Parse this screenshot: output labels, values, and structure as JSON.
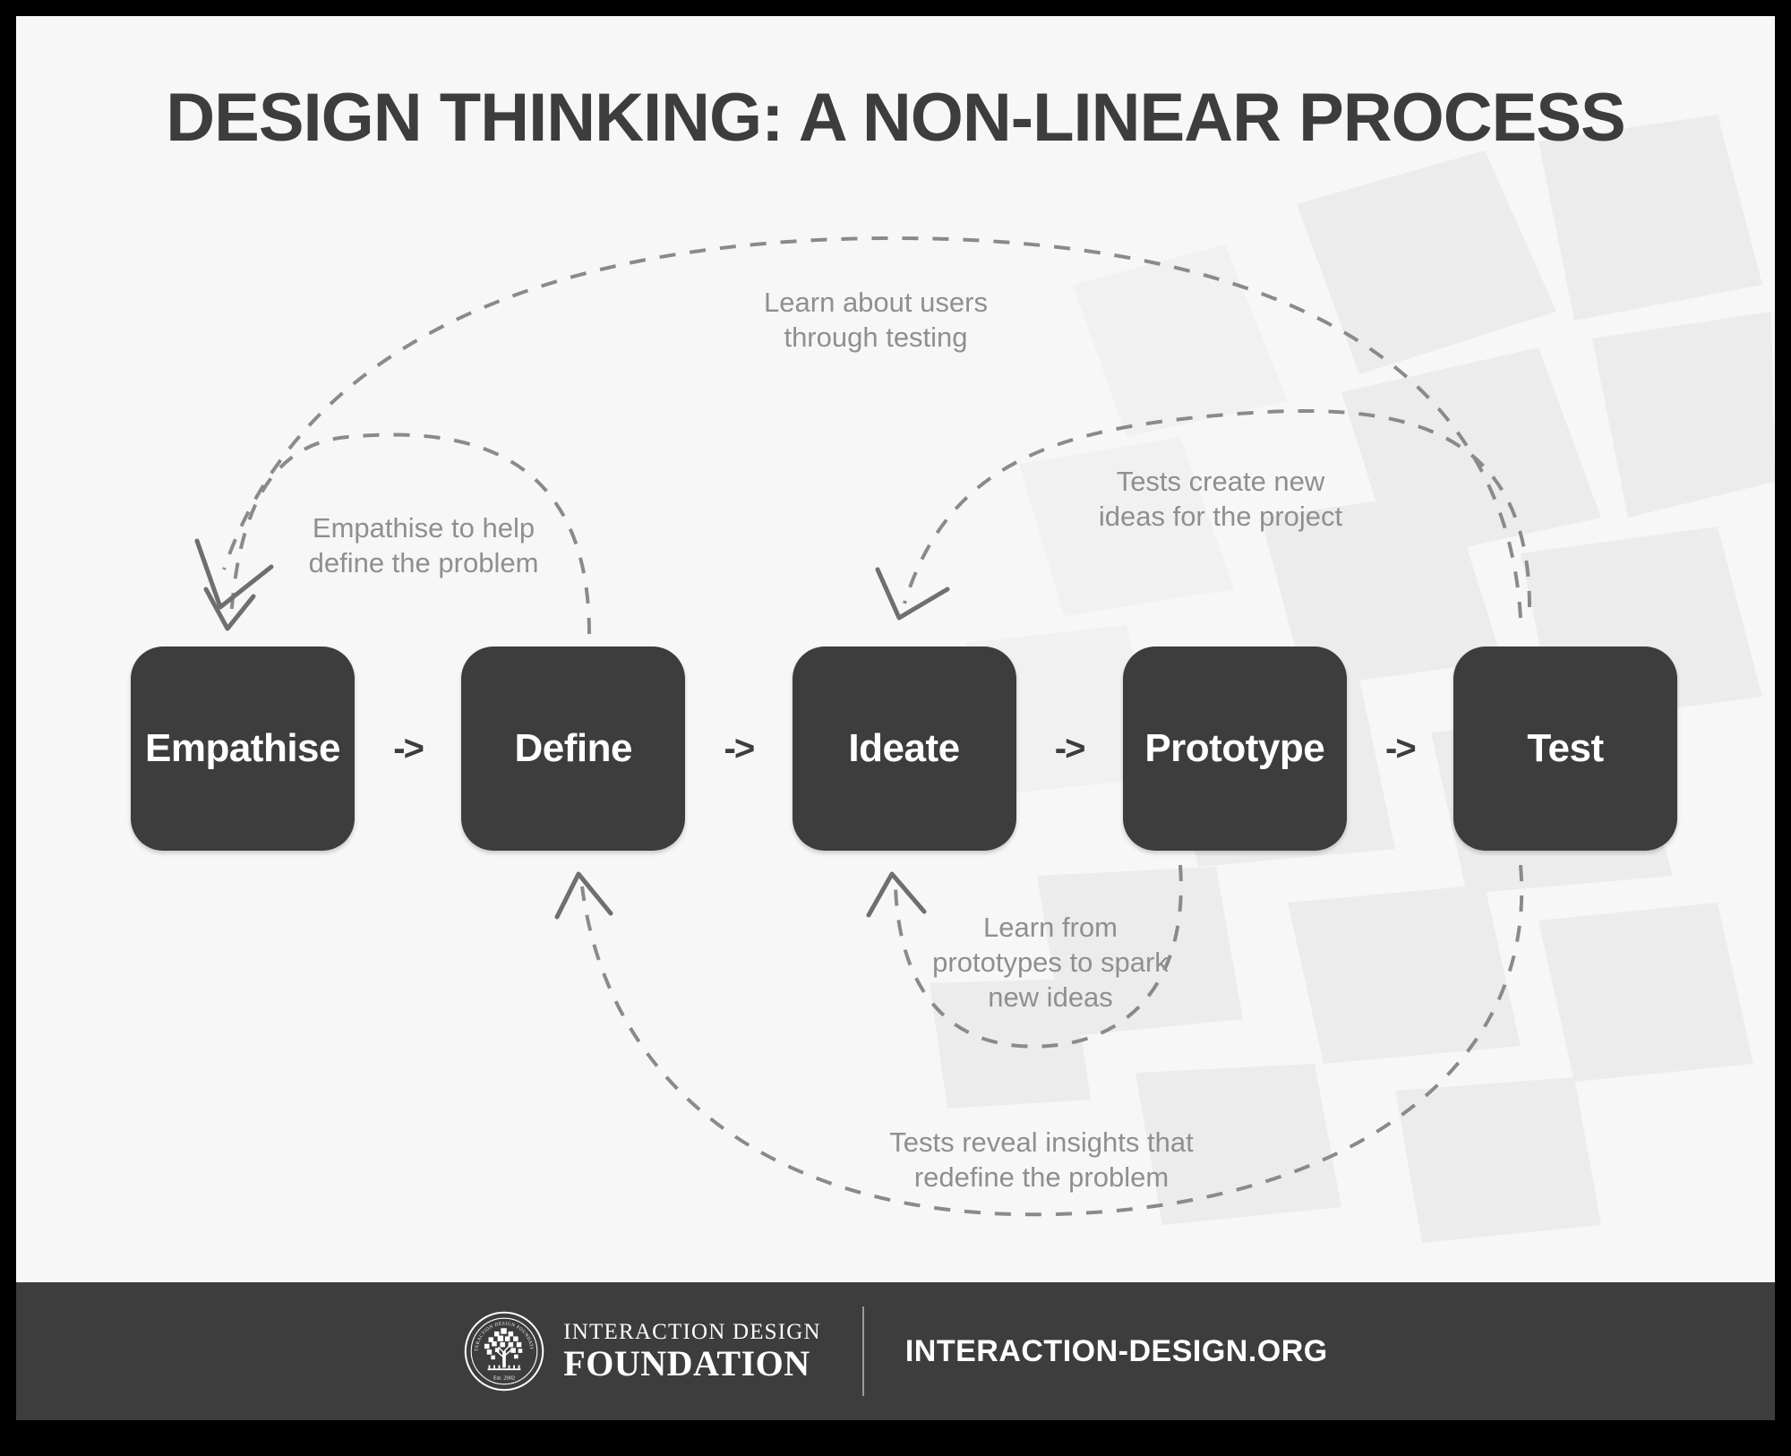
{
  "title": "DESIGN THINKING: A NON-LINEAR PROCESS",
  "colors": {
    "background": "#f7f7f7",
    "frame": "#000000",
    "box": "#3d3d3d",
    "box_text": "#ffffff",
    "caption_text": "#8f8f8f",
    "arrow": "#7a7a7a",
    "footer_bg": "#3d3d3d",
    "watermark": "#ececec"
  },
  "stages": [
    {
      "label": "Empathise"
    },
    {
      "label": "Define"
    },
    {
      "label": "Ideate"
    },
    {
      "label": "Prototype"
    },
    {
      "label": "Test"
    }
  ],
  "stage_connector": "->",
  "captions": {
    "learn_about_users": "Learn about users\nthrough testing",
    "empathise_to_help": "Empathise to help\ndefine the problem",
    "tests_create_new": "Tests create new\nideas for the project",
    "learn_from_prototypes": "Learn from\nprototypes to spark\nnew ideas",
    "tests_reveal_insights": "Tests reveal insights that\nredefine the problem"
  },
  "footer": {
    "brand_line1": "INTERACTION DESIGN",
    "brand_line2": "FOUNDATION",
    "seal_est": "Est. 2002",
    "url": "INTERACTION-DESIGN.ORG"
  },
  "chart_data": {
    "type": "diagram",
    "title": "DESIGN THINKING: A NON-LINEAR PROCESS",
    "nodes": [
      "Empathise",
      "Define",
      "Ideate",
      "Prototype",
      "Test"
    ],
    "forward_edges": [
      {
        "from": "Empathise",
        "to": "Define",
        "label": ""
      },
      {
        "from": "Define",
        "to": "Ideate",
        "label": ""
      },
      {
        "from": "Ideate",
        "to": "Prototype",
        "label": ""
      },
      {
        "from": "Prototype",
        "to": "Test",
        "label": ""
      }
    ],
    "feedback_edges": [
      {
        "from": "Define",
        "to": "Empathise",
        "label": "Empathise to help define the problem",
        "style": "dashed"
      },
      {
        "from": "Test",
        "to": "Empathise",
        "label": "Learn about users through testing",
        "style": "dashed"
      },
      {
        "from": "Test",
        "to": "Ideate",
        "label": "Tests create new ideas for the project",
        "style": "dashed"
      },
      {
        "from": "Prototype",
        "to": "Ideate",
        "label": "Learn from prototypes to spark new ideas",
        "style": "dashed"
      },
      {
        "from": "Test",
        "to": "Define",
        "label": "Tests reveal insights that redefine the problem",
        "style": "dashed"
      }
    ]
  }
}
